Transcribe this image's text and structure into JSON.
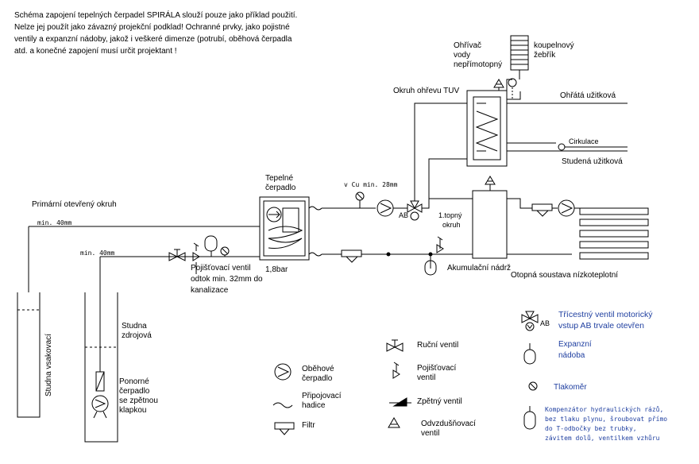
{
  "note": {
    "line1": "Schéma zapojení tepelných čerpadel SPIRÁLA slouží pouze jako příklad použití.",
    "line2": "Nelze jej použít jako závazný projekční podklad! Ochranné prvky, jako pojistné",
    "line3": "ventily a expanzní nádoby, jakož i veškeré dimenze (potrubí, oběhová čerpadla",
    "line4": "atd. a konečné zapojení musí určit projektant !"
  },
  "labels": {
    "ohrivac_1": "Ohřívač",
    "ohrivac_2": "vody",
    "ohrivac_3": "nepřímotopný",
    "koupelnovy_1": "koupelnový",
    "koupelnovy_2": "žebřík",
    "okruh_tuv": "Okruh ohřevu TUV",
    "ohrata": "Ohřátá užitková",
    "cirkulace": "Cirkulace",
    "studena": "Studená užitková",
    "tepelne_1": "Tepelné",
    "tepelne_2": "čerpadlo",
    "vcu": "v Cu min. 28mm",
    "primarni": "Primární otevřený okruh",
    "min40_a": "min. 40mm",
    "min40_b": "min. 40mm",
    "ab": "AB",
    "topny_1": "1.topný",
    "topny_2": "okruh",
    "bar": "1,8bar",
    "pojist_1": "Pojišťovací ventil",
    "pojist_2": "odtok min. 32mm do",
    "pojist_3": "kanalizace",
    "akumulacni": "Akumulační nádrž",
    "otopna": "Otopná soustava nízkoteplotní",
    "studna_vsak": "Studna vsakovací",
    "studna_zdroj_1": "Studna",
    "studna_zdroj_2": "zdrojová",
    "ponorne_1": "Ponorné",
    "ponorne_2": "čerpadlo",
    "ponorne_3": "se zpětnou",
    "ponorne_4": "klapkou"
  },
  "legend": {
    "obehove_1": "Oběhové",
    "obehove_2": "čerpadlo",
    "pripojovaci_1": "Připojovací",
    "pripojovaci_2": "hadice",
    "filtr": "Filtr",
    "rucni": "Ruční ventil",
    "pojistovaci_1": "Pojišťovací",
    "pojistovaci_2": "ventil",
    "zpetny": "Zpětný ventil",
    "odvzdusnovaci_1": "Odvzdušňovací",
    "odvzdusnovaci_2": "ventil",
    "trojcestny_1": "Třícestný ventil motorický",
    "trojcestny_2": "vstup AB trvale otevřen",
    "ab": "AB",
    "expanzni_1": "Expanzní",
    "expanzni_2": "nádoba",
    "tlakomer": "Tlakoměr",
    "kompenzator_1": "Kompenzátor hydraulických rázů,",
    "kompenzator_2": "bez tlaku plynu, šroubovat přímo",
    "kompenzator_3": "do T-odbočky bez trubky,",
    "kompenzator_4": "závitem dolů, ventilkem vzhůru"
  },
  "colors": {
    "line": "#000000",
    "accent_text": "#1f3fa0"
  }
}
